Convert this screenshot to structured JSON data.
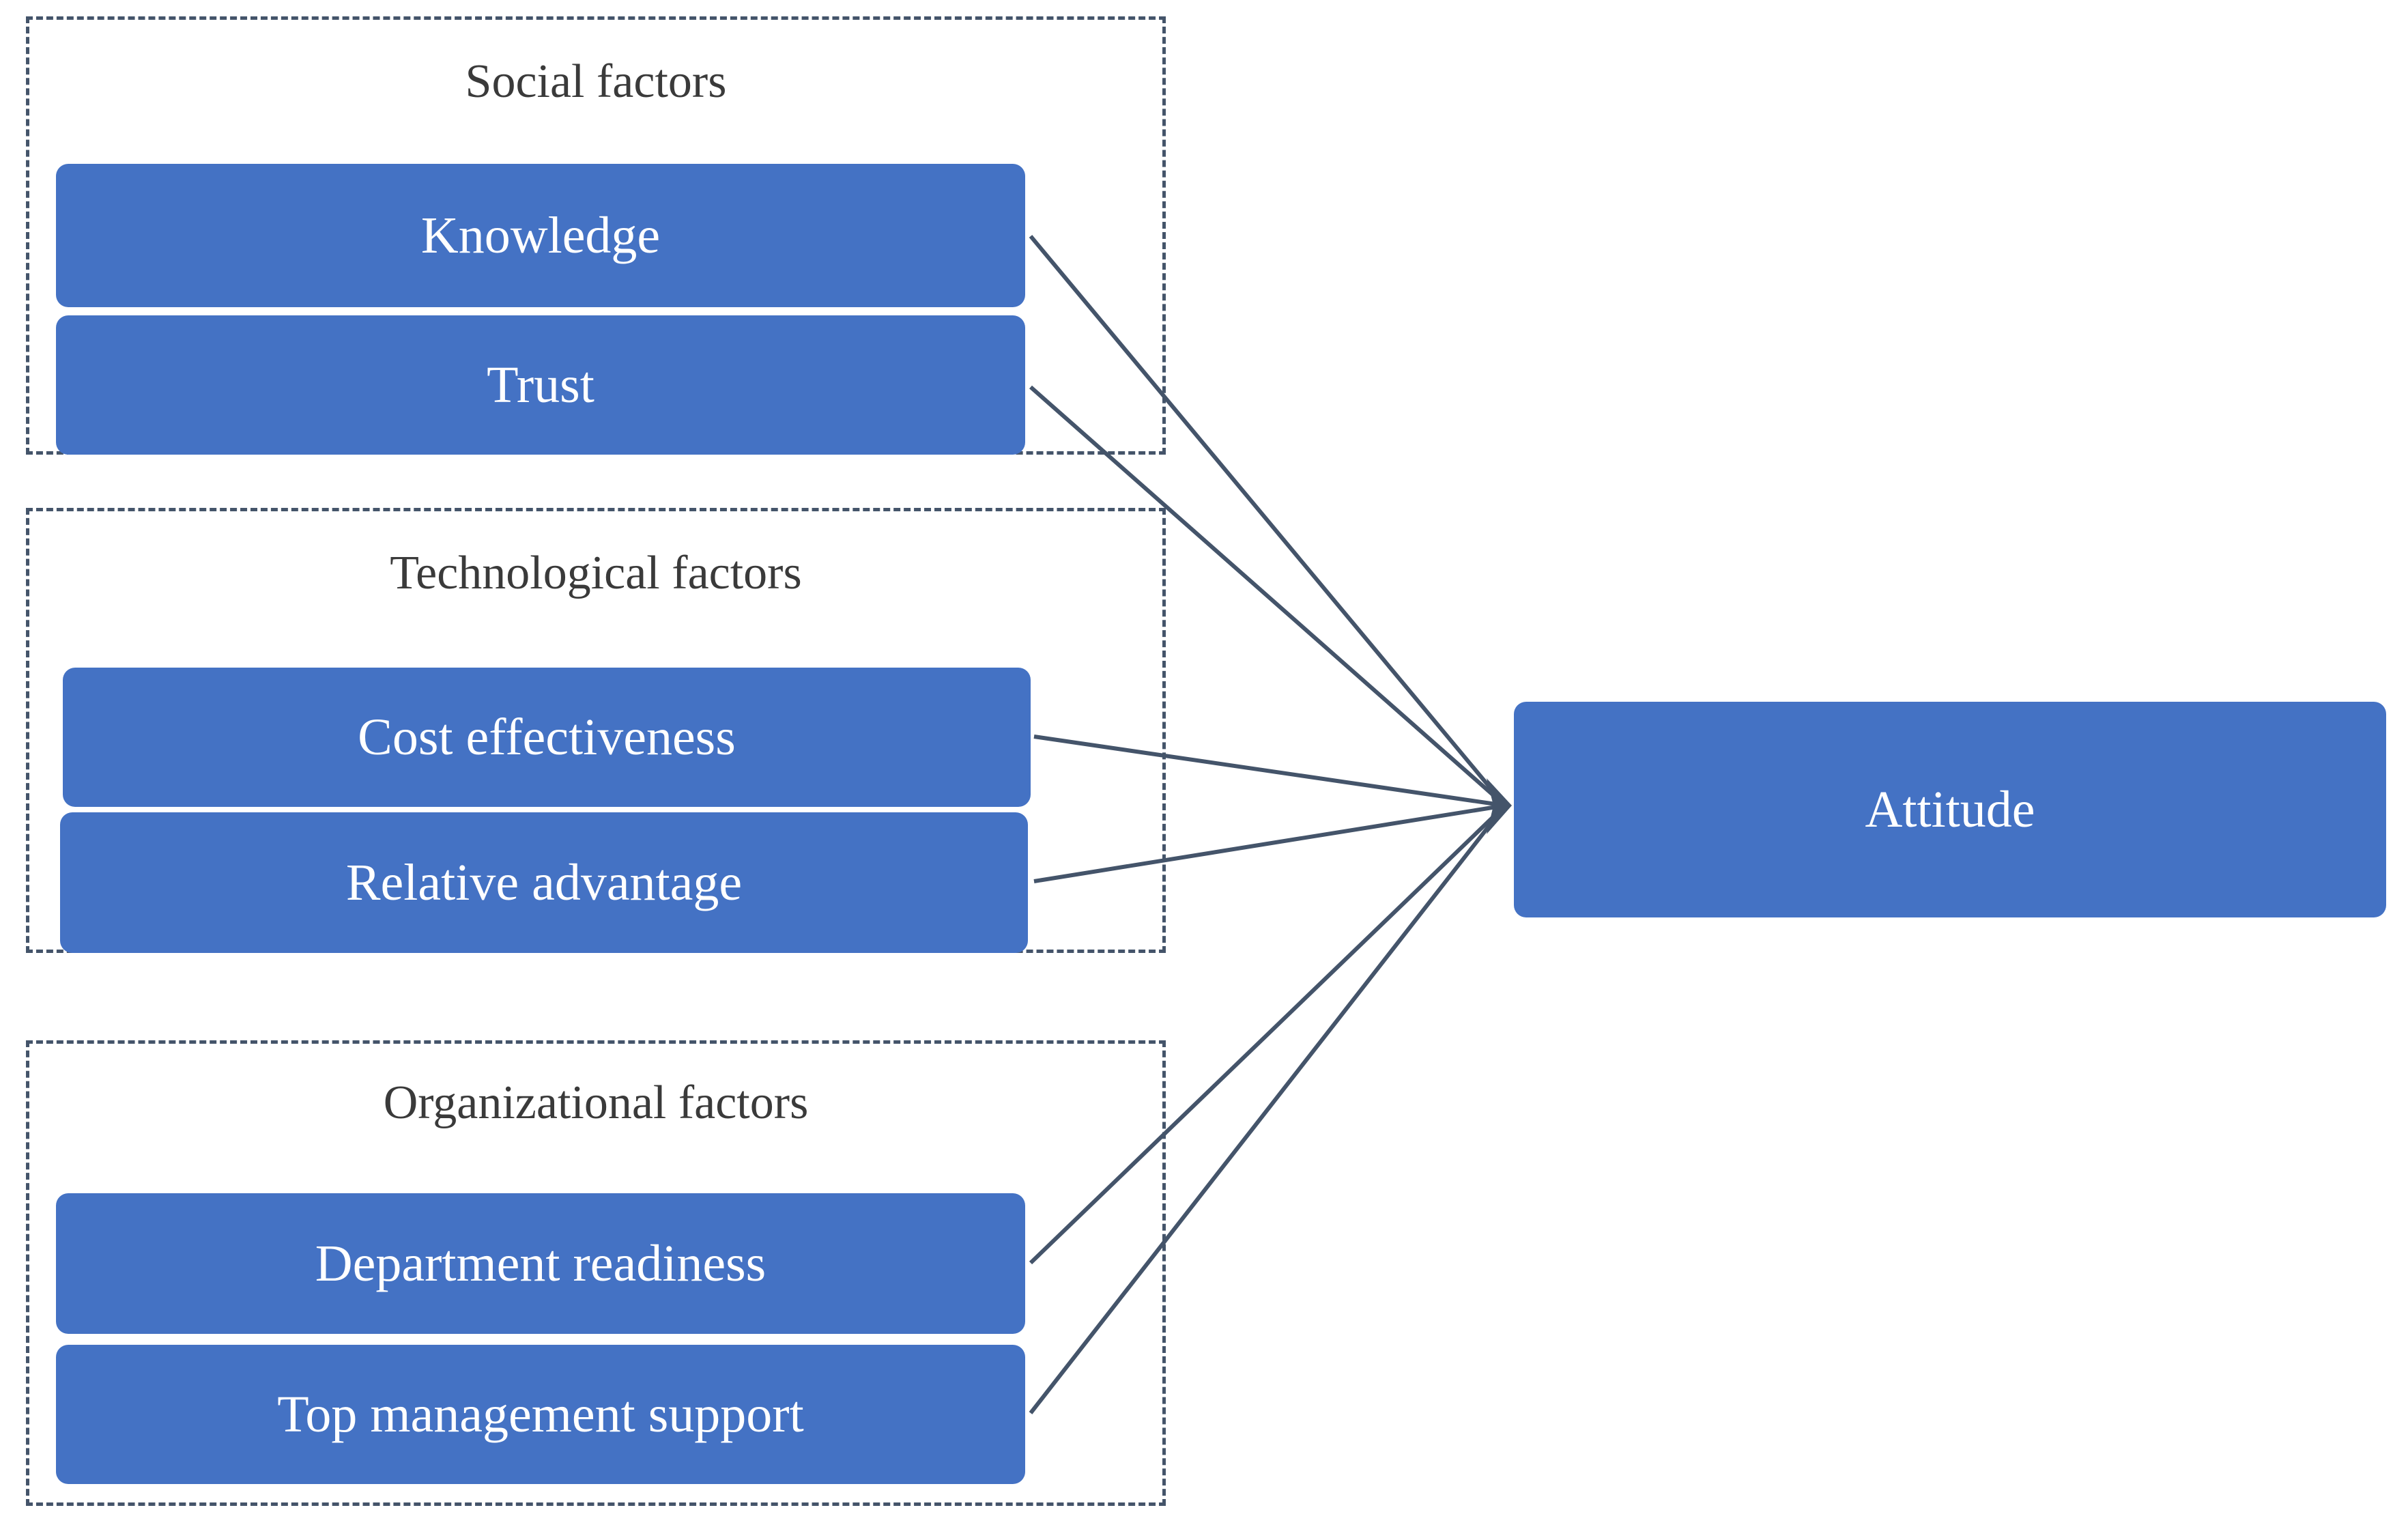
{
  "groups": [
    {
      "title": "Social factors",
      "factors": [
        "Knowledge",
        "Trust"
      ]
    },
    {
      "title": "Technological factors",
      "factors": [
        "Cost effectiveness",
        "Relative advantage"
      ]
    },
    {
      "title": "Organizational factors",
      "factors": [
        "Department readiness",
        "Top management support"
      ]
    }
  ],
  "outcome": {
    "label": "Attitude"
  },
  "colors": {
    "box_fill": "#4472c4",
    "box_text": "#ffffff",
    "arrow": "#44546a",
    "group_border": "#44546a",
    "group_title": "#3a3a3a"
  }
}
